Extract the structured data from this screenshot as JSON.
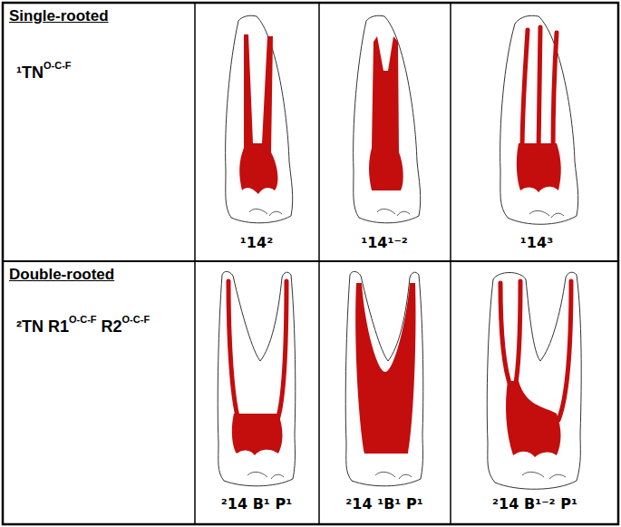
{
  "diagram": {
    "labels": [
      "Single-rooted",
      "¹TN",
      "O-C-F",
      "¹14²",
      "¹14¹⁻²",
      "¹14³",
      "Double-rooted",
      "²TN R1",
      "O-C-F",
      "R2",
      "O-C-F",
      "²14 B¹ P¹",
      "²14 ¹B¹ P¹",
      "²14 B¹⁻² P¹"
    ]
  }
}
